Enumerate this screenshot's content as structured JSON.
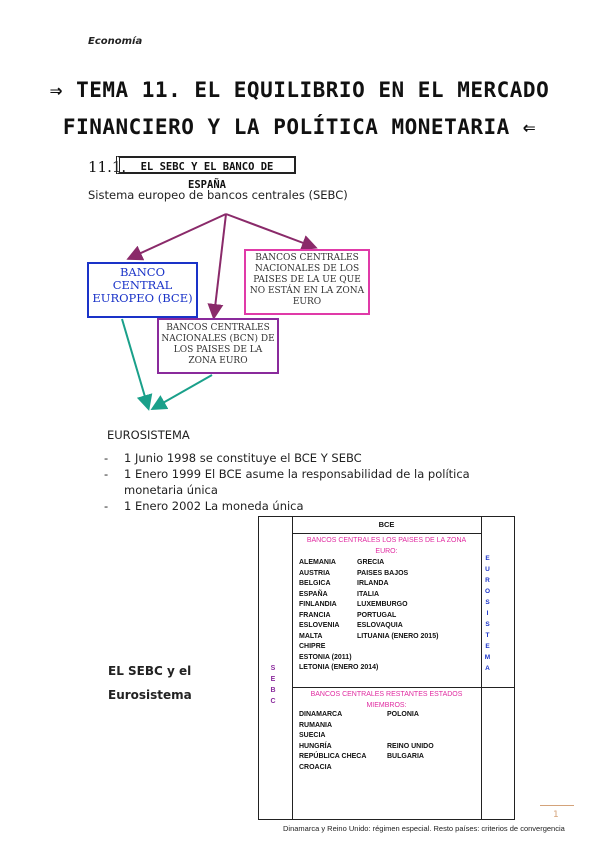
{
  "header": "Economía",
  "title_line1": "⇒ TEMA 11. EL EQUILIBRIO EN EL MERCADO",
  "title_line2": "FINANCIERO Y LA POLÍTICA MONETARIA ⇐",
  "section": {
    "number": "11.1.",
    "title": "EL SEBC Y EL BANCO DE ESPAÑA"
  },
  "lead": "Sistema europeo de bancos centrales (SEBC)",
  "diagram": {
    "bce": "BANCO CENTRAL EUROPEO (BCE)",
    "bcn_out": "BANCOS CENTRALES NACIONALES  DE LOS PAISES DE LA UE QUE NO ESTÁN EN LA ZONA EURO",
    "bcn_in": "BANCOS CENTRALES NACIONALES (BCN) DE LOS  PAISES DE LA ZONA EURO"
  },
  "eurosistema_label": "EUROSISTEMA",
  "list": [
    "1 Junio 1998 se constituye el BCE Y SEBC",
    "1 Enero 1999 El BCE asume la responsabilidad de la política monetaria única",
    "1 Enero 2002 La moneda única"
  ],
  "side_label_1": "EL SEBC y el",
  "side_label_2": "Eurosistema",
  "table": {
    "header": "BCE",
    "zona_euro_title": "BANCOS CENTRALES LOS PAISES DE LA ZONA EURO:",
    "zona_euro_rows": [
      [
        "ALEMANIA",
        "GRECIA"
      ],
      [
        "AUSTRIA",
        "PAISES BAJOS"
      ],
      [
        "BELGICA",
        "IRLANDA"
      ],
      [
        "ESPAÑA",
        "ITALIA"
      ],
      [
        "FINLANDIA",
        "LUXEMBURGO"
      ],
      [
        "FRANCIA",
        "PORTUGAL"
      ],
      [
        "ESLOVENIA",
        "ESLOVAQUIA"
      ],
      [
        "MALTA",
        "LITUANIA (ENERO 2015)"
      ],
      [
        "CHIPRE",
        ""
      ],
      [
        "ESTONIA (2011)",
        ""
      ],
      [
        "LETONIA (ENERO 2014)",
        ""
      ]
    ],
    "restantes_title": "BANCOS CENTRALES RESTANTES ESTADOS MIEMBROS:",
    "restantes_rows": [
      [
        "DINAMARCA",
        "POLONIA"
      ],
      [
        "RUMANIA",
        ""
      ],
      [
        "SUECIA",
        ""
      ],
      [
        "HUNGRÍA",
        "REINO UNIDO"
      ],
      [
        "REPÚBLICA CHECA",
        "BULGARIA"
      ],
      [
        "CROACIA",
        ""
      ]
    ],
    "eurosistema_vertical": "EUROSISTEMA",
    "sebc_vertical": "SEBC"
  },
  "caption": "Dinamarca y Reino Unido: régimen especial. Resto países: criterios de convergencia",
  "page_number": "1",
  "colors": {
    "blue": "#1a33c8",
    "pink": "#e03aa8",
    "purple": "#8a2a9c",
    "teal": "#1aa08a",
    "arrow": "#8a2a6a"
  }
}
